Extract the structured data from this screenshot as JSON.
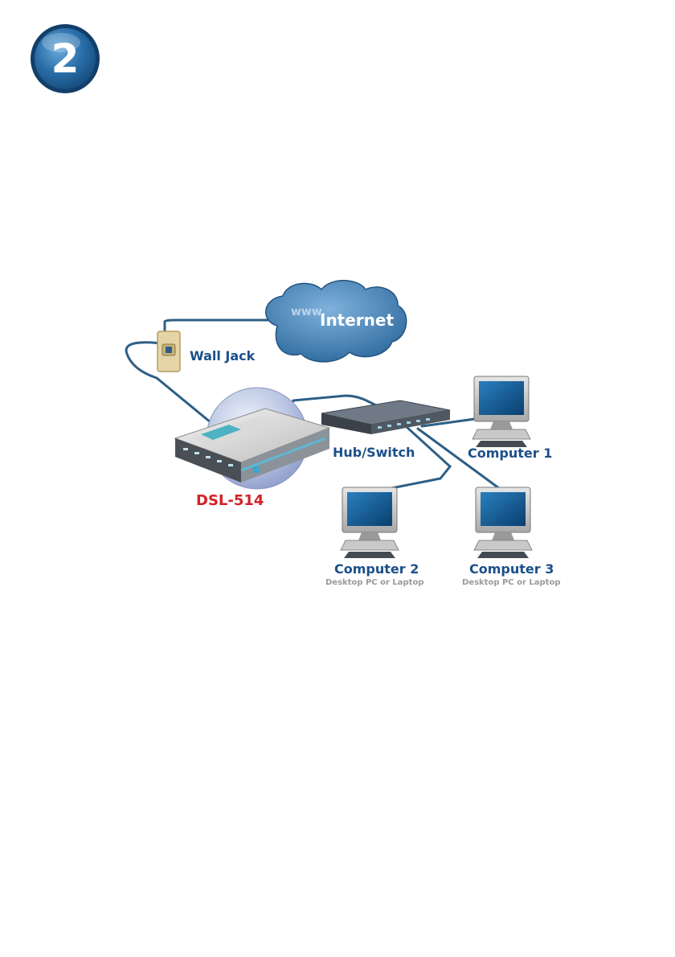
{
  "step": {
    "number": "2"
  },
  "diagram": {
    "internet": {
      "www": "www.",
      "label": "Internet"
    },
    "wall_jack": {
      "label": "Wall Jack"
    },
    "router": {
      "label": "DSL-514"
    },
    "hub": {
      "label": "Hub/Switch"
    },
    "computer1": {
      "label": "Computer 1"
    },
    "computer2": {
      "label": "Computer 2",
      "sublabel": "Desktop PC or Laptop"
    },
    "computer3": {
      "label": "Computer 3",
      "sublabel": "Desktop PC or Laptop"
    }
  },
  "colors": {
    "label_blue": "#1b4f8a",
    "router_red": "#d42027",
    "cable": "#2d5f86",
    "cloud": "#3f7fb0",
    "sublabel_gray": "#9a9a9a"
  }
}
